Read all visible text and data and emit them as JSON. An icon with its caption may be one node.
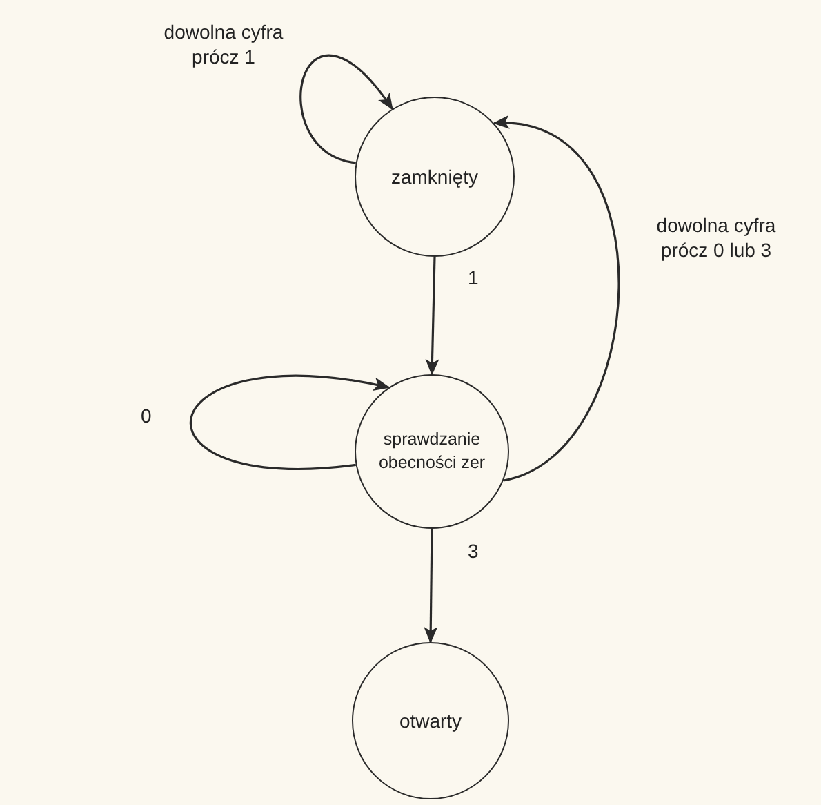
{
  "diagram": {
    "nodes": [
      {
        "text": [
          "zamknięty"
        ]
      },
      {
        "text": [
          "sprawdzanie obecności zer"
        ]
      },
      {
        "text": [
          "otwarty"
        ]
      }
    ],
    "edges": [
      {
        "from": 0,
        "to": 0,
        "arrow": "to",
        "label": "dowolna cyfra prócz 1"
      },
      {
        "from": 0,
        "to": 1,
        "arrow": "to",
        "label": "1"
      },
      {
        "from": 1,
        "to": 0,
        "arrow": "to",
        "label": "dowolna cyfra prócz 0 lub 3"
      },
      {
        "from": 1,
        "to": 1,
        "arrow": "to",
        "label": "0"
      },
      {
        "from": 1,
        "to": 2,
        "arrow": "to",
        "label": "3"
      }
    ]
  }
}
